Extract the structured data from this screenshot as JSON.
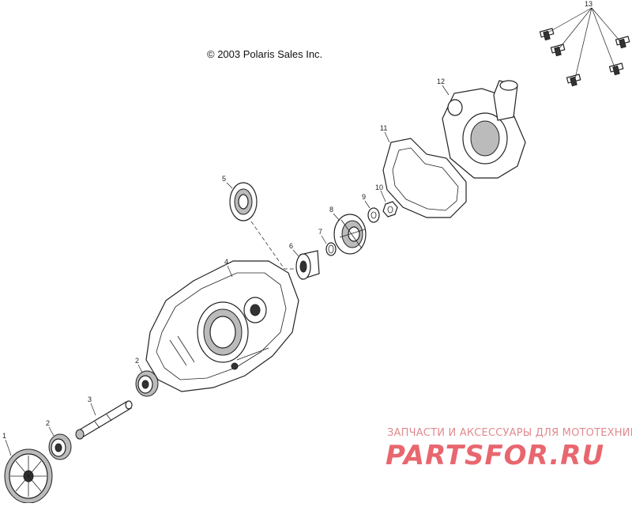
{
  "copyright": "© 2003 Polaris Sales Inc.",
  "watermark": {
    "tagline": "ЗАПЧАСТИ И АКСЕССУАРЫ ДЛЯ МОТОТЕХНИКИ",
    "logo": "PARTSFOR.RU"
  },
  "callouts": [
    "1",
    "2",
    "3",
    "2",
    "4",
    "5",
    "6",
    "7",
    "8",
    "9",
    "10",
    "11",
    "12",
    "13"
  ]
}
